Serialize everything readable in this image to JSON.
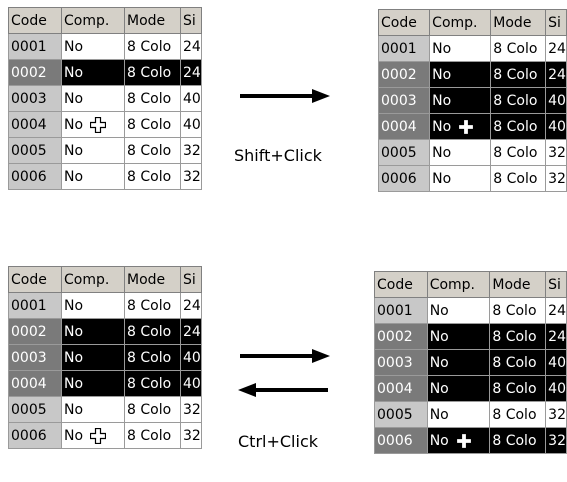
{
  "headers": [
    "Code",
    "Comp.",
    "Mode",
    "Si"
  ],
  "labels": {
    "shift_click": "Shift+Click",
    "ctrl_click": "Ctrl+Click"
  },
  "tables": [
    {
      "id": "shift-before",
      "rows": [
        {
          "code": "0001",
          "comp": "No",
          "mode": "8 Colo",
          "size": "24",
          "selected": false,
          "cursor": false
        },
        {
          "code": "0002",
          "comp": "No",
          "mode": "8 Colo",
          "size": "24",
          "selected": true,
          "cursor": false
        },
        {
          "code": "0003",
          "comp": "No",
          "mode": "8 Colo",
          "size": "40",
          "selected": false,
          "cursor": false
        },
        {
          "code": "0004",
          "comp": "No",
          "mode": "8 Colo",
          "size": "40",
          "selected": false,
          "cursor": true
        },
        {
          "code": "0005",
          "comp": "No",
          "mode": "8 Colo",
          "size": "32",
          "selected": false,
          "cursor": false
        },
        {
          "code": "0006",
          "comp": "No",
          "mode": "8 Colo",
          "size": "32",
          "selected": false,
          "cursor": false
        }
      ]
    },
    {
      "id": "shift-after",
      "rows": [
        {
          "code": "0001",
          "comp": "No",
          "mode": "8 Colo",
          "size": "24",
          "selected": false,
          "cursor": false
        },
        {
          "code": "0002",
          "comp": "No",
          "mode": "8 Colo",
          "size": "24",
          "selected": true,
          "cursor": false
        },
        {
          "code": "0003",
          "comp": "No",
          "mode": "8 Colo",
          "size": "40",
          "selected": true,
          "cursor": false
        },
        {
          "code": "0004",
          "comp": "No",
          "mode": "8 Colo",
          "size": "40",
          "selected": true,
          "cursor": true
        },
        {
          "code": "0005",
          "comp": "No",
          "mode": "8 Colo",
          "size": "32",
          "selected": false,
          "cursor": false
        },
        {
          "code": "0006",
          "comp": "No",
          "mode": "8 Colo",
          "size": "32",
          "selected": false,
          "cursor": false
        }
      ]
    },
    {
      "id": "ctrl-before",
      "rows": [
        {
          "code": "0001",
          "comp": "No",
          "mode": "8 Colo",
          "size": "24",
          "selected": false,
          "cursor": false
        },
        {
          "code": "0002",
          "comp": "No",
          "mode": "8 Colo",
          "size": "24",
          "selected": true,
          "cursor": false
        },
        {
          "code": "0003",
          "comp": "No",
          "mode": "8 Colo",
          "size": "40",
          "selected": true,
          "cursor": false
        },
        {
          "code": "0004",
          "comp": "No",
          "mode": "8 Colo",
          "size": "40",
          "selected": true,
          "cursor": false
        },
        {
          "code": "0005",
          "comp": "No",
          "mode": "8 Colo",
          "size": "32",
          "selected": false,
          "cursor": false
        },
        {
          "code": "0006",
          "comp": "No",
          "mode": "8 Colo",
          "size": "32",
          "selected": false,
          "cursor": true
        }
      ]
    },
    {
      "id": "ctrl-after",
      "rows": [
        {
          "code": "0001",
          "comp": "No",
          "mode": "8 Colo",
          "size": "24",
          "selected": false,
          "cursor": false
        },
        {
          "code": "0002",
          "comp": "No",
          "mode": "8 Colo",
          "size": "24",
          "selected": true,
          "cursor": false
        },
        {
          "code": "0003",
          "comp": "No",
          "mode": "8 Colo",
          "size": "40",
          "selected": true,
          "cursor": false
        },
        {
          "code": "0004",
          "comp": "No",
          "mode": "8 Colo",
          "size": "40",
          "selected": true,
          "cursor": false
        },
        {
          "code": "0005",
          "comp": "No",
          "mode": "8 Colo",
          "size": "32",
          "selected": false,
          "cursor": false
        },
        {
          "code": "0006",
          "comp": "No",
          "mode": "8 Colo",
          "size": "32",
          "selected": true,
          "cursor": true
        }
      ]
    }
  ]
}
